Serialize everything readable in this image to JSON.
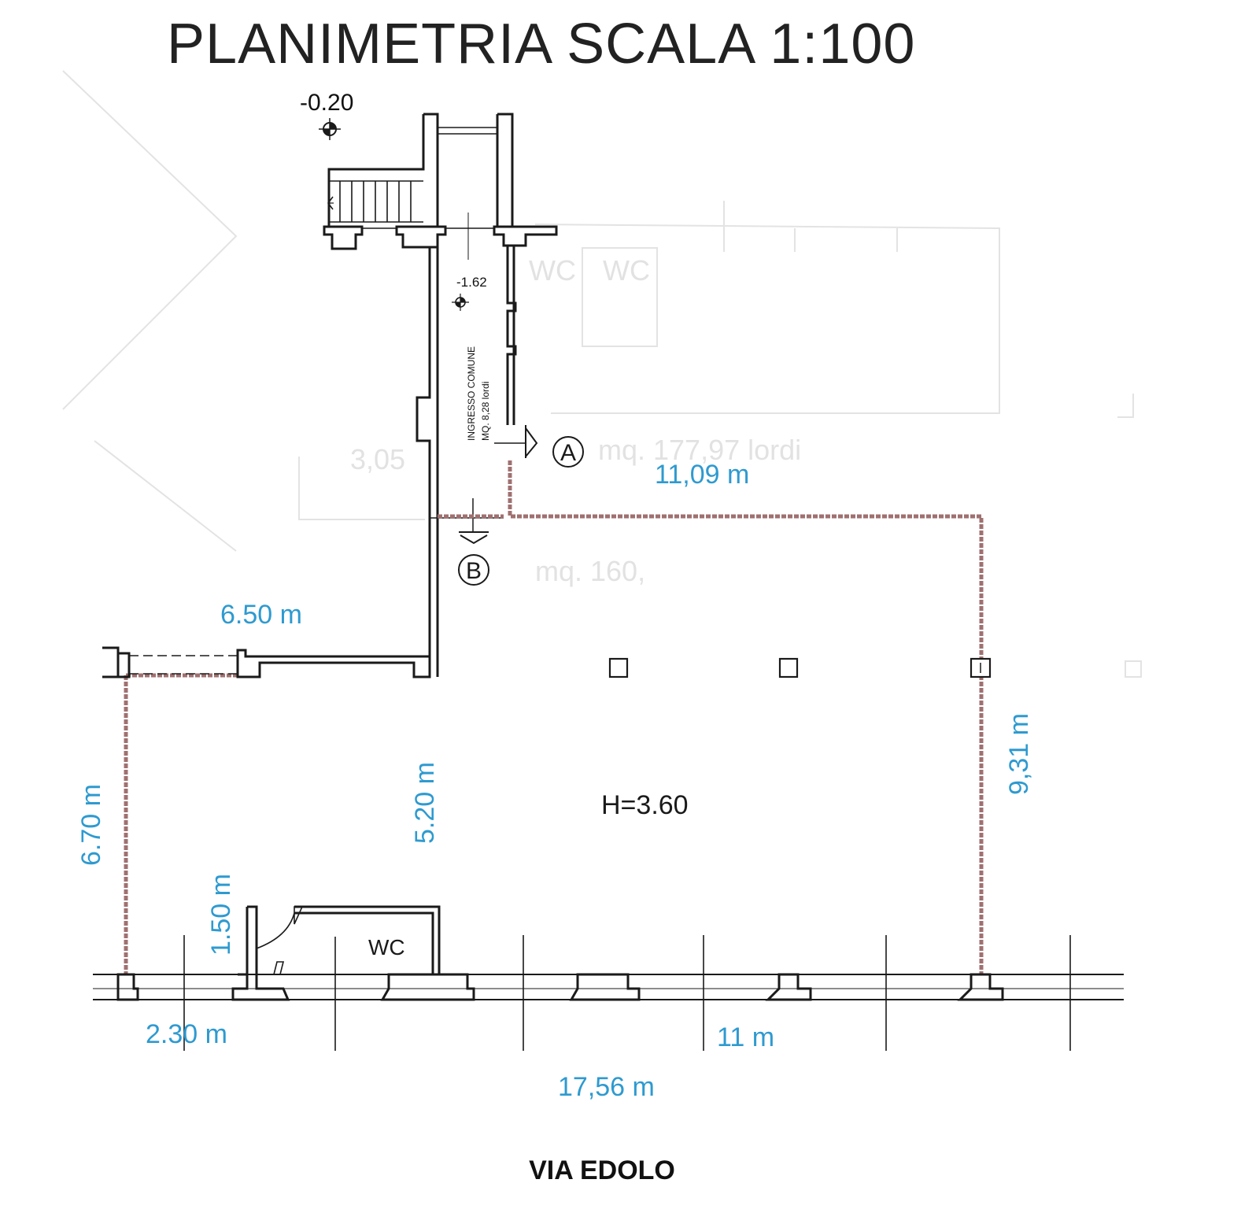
{
  "title": "PLANIMETRIA SCALA 1:100",
  "levels": {
    "street_level": "-0.20",
    "entrance_level": "-1.62"
  },
  "entrance_note": {
    "line1": "INGRESSO COMUNE",
    "line2": "MQ. 8,28 lordi"
  },
  "section_markers": {
    "a": "A",
    "b": "B"
  },
  "dimensions": {
    "top_width": "11,09 m",
    "upper_left_width": "6.50 m",
    "left_height": "6.70 m",
    "inner_height": "5.20 m",
    "right_height": "9,31 m",
    "wc_depth": "1.50 m",
    "bottom_left": "2.30 m",
    "bottom_mid": "11 m",
    "total_width": "17,56 m"
  },
  "ceiling_height": "H=3.60",
  "wc_label": "WC",
  "street_name": "VIA EDOLO",
  "faded_background_text": {
    "wc_1": "WC",
    "wc_2": "WC",
    "area_upper": "mq. 177,97 lordi",
    "area_lower": "mq. 160,",
    "dim_left": "3,05"
  }
}
